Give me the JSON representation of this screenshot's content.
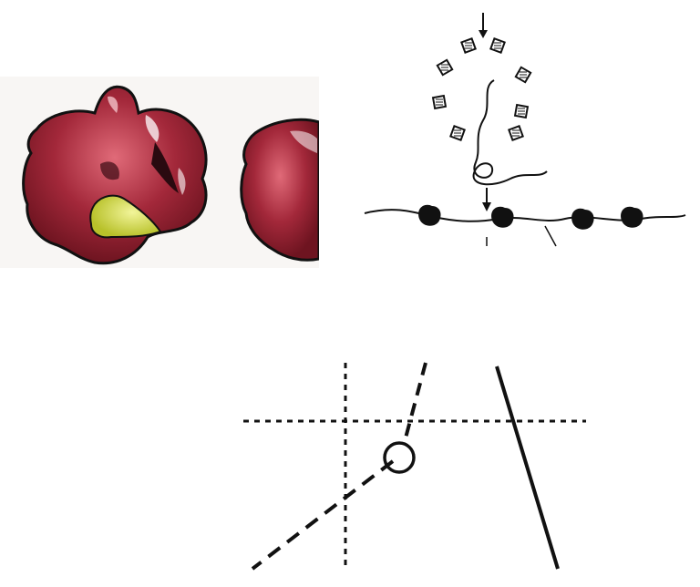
{
  "figure": {
    "panels": [
      {
        "id": "ribosome-render",
        "kind": "3d-density-render"
      },
      {
        "id": "polysome-schematic",
        "kind": "line-drawing"
      },
      {
        "id": "geometry-diagram",
        "kind": "line-drawing"
      }
    ]
  },
  "colors": {
    "density": "#a3283a",
    "density_shadow": "#6e1420",
    "highlight": "#d9e04a",
    "ink": "#111111"
  }
}
